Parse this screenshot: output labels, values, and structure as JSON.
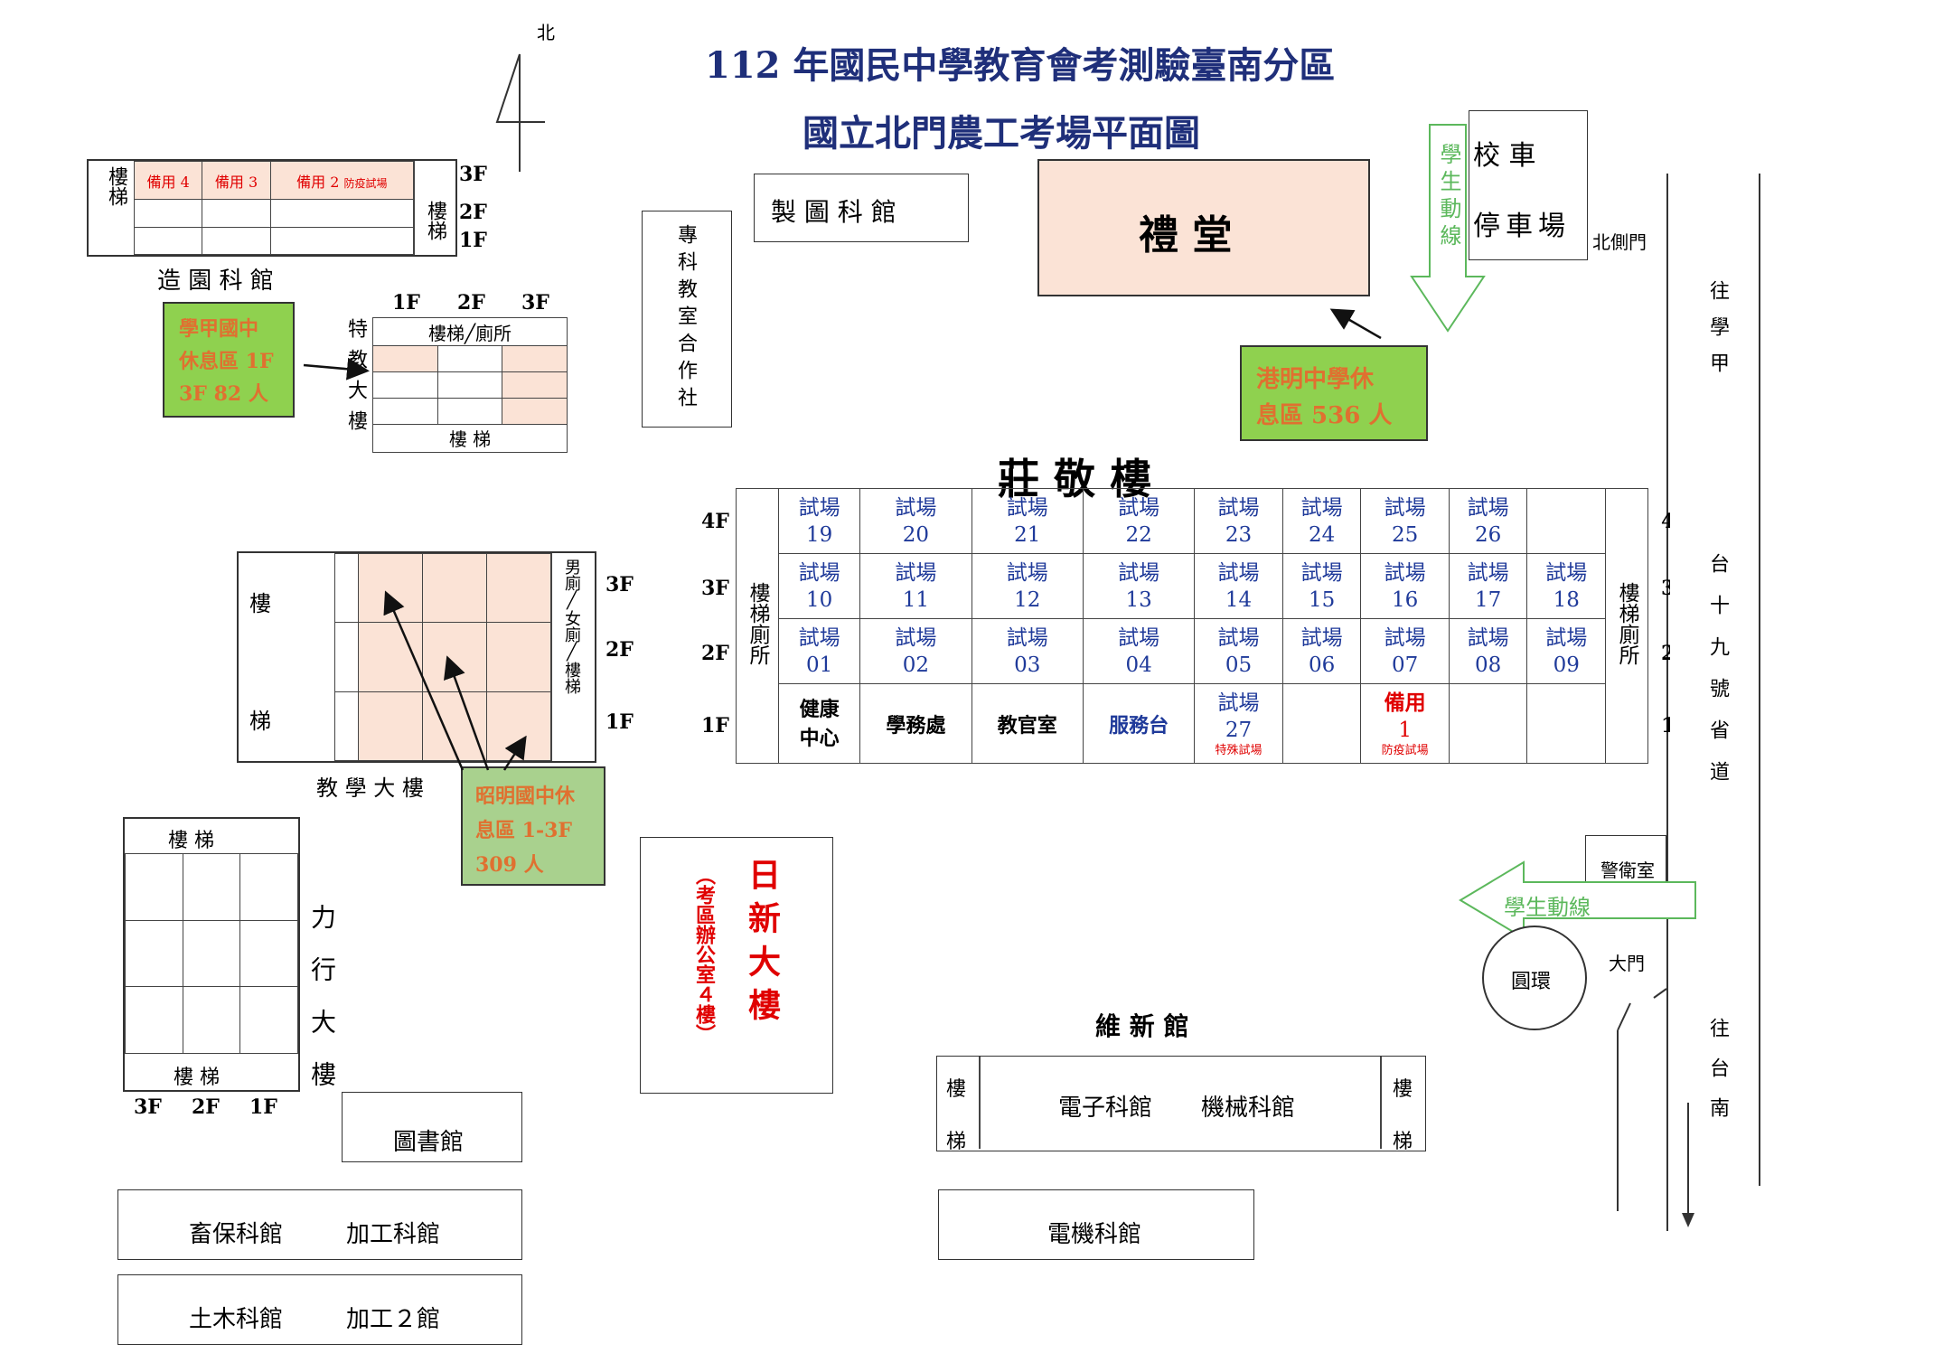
{
  "title": "112 年國民中學教育會考測驗臺南分區",
  "subtitle": "國立北門農工考場平面圖",
  "north": "北",
  "buildings": {
    "zaoyuan": {
      "name": "造  園  科  館",
      "floors": [
        "3F",
        "2F",
        "1F"
      ],
      "stair_left": "樓梯",
      "stair_right": "樓梯",
      "rooms_3f": [
        "備用 4",
        "備用 3",
        "備用 2"
      ],
      "room2_note": "防疫試場"
    },
    "special": {
      "name": "特教大樓",
      "floors": [
        "1F",
        "2F",
        "3F"
      ],
      "top": "樓梯╱廁所",
      "bottom": "樓  梯"
    },
    "zhuanke": "專科教室合作社",
    "zhitu": "製 圖 科 館",
    "litang": "禮  堂",
    "bus": {
      "line1": "校    車",
      "line2": "停車場"
    },
    "north_gate": "北側門",
    "teaching": {
      "name": "教 學 大 樓",
      "stair_top": "樓",
      "stair_bottom": "梯",
      "right_col": "男廁╱女廁╱樓梯",
      "floors": [
        "3F",
        "2F",
        "1F"
      ]
    },
    "zhuangjing": {
      "name": "莊  敬  樓",
      "floors": [
        "4F",
        "3F",
        "2F",
        "1F"
      ],
      "stairs": "樓梯廁所",
      "room_label": "試場",
      "row_4f": [
        "19",
        "20",
        "21",
        "22",
        "23",
        "24",
        "25",
        "26"
      ],
      "row_3f": [
        "10",
        "11",
        "12",
        "13",
        "14",
        "15",
        "16",
        "17",
        "18"
      ],
      "row_2f": [
        "01",
        "02",
        "03",
        "04",
        "05",
        "06",
        "07",
        "08",
        "09"
      ],
      "row_1f": {
        "health": "健康中心",
        "student_affairs": "學務處",
        "discipline": "教官室",
        "service": "服務台",
        "room27": "27",
        "room27_note": "特殊試場",
        "backup": "備用",
        "backup_num": "1",
        "backup_note": "防疫試場"
      }
    },
    "rixin": {
      "name": "日新大樓",
      "note": "（考區辦公室４樓）"
    },
    "lixing": {
      "name": "力行大樓",
      "stair_top": "樓    梯",
      "stair_bottom": "樓    梯",
      "floors": [
        "3F",
        "2F",
        "1F"
      ]
    },
    "library": "圖書館",
    "xupao": {
      "a": "畜保科館",
      "b": "加工科館"
    },
    "tumu": {
      "a": "土木科館",
      "b": "加工２館"
    },
    "weixin": {
      "name": "維  新  館",
      "stair": "樓梯",
      "a": "電子科館",
      "b": "機械科館"
    },
    "dianji": "電機科館",
    "guard": "警衛室",
    "circle": "圓環",
    "main_gate": "大門"
  },
  "rest_areas": {
    "xuejia": {
      "l1": "學甲國中",
      "l2": "休息區 1F",
      "l3": "3F  82 人"
    },
    "gangming": {
      "l1": "港明中學休",
      "l2": "息區  536 人"
    },
    "zhaoming": {
      "l1": "昭明國中休",
      "l2": "息區 1-3F",
      "l3": "309 人"
    }
  },
  "flow": {
    "label": "學生動線",
    "vertical": "學生動線"
  },
  "roads": {
    "to_xuejia": "往學甲",
    "highway": "台十九號省道",
    "to_tainan": "往台南"
  },
  "colors": {
    "title": "#1f2f7a",
    "room": "#1f3a9a",
    "alert": "#e00000",
    "pink": "#fbe3d6",
    "green": "#8fd14f",
    "flow": "#5cb85c"
  }
}
